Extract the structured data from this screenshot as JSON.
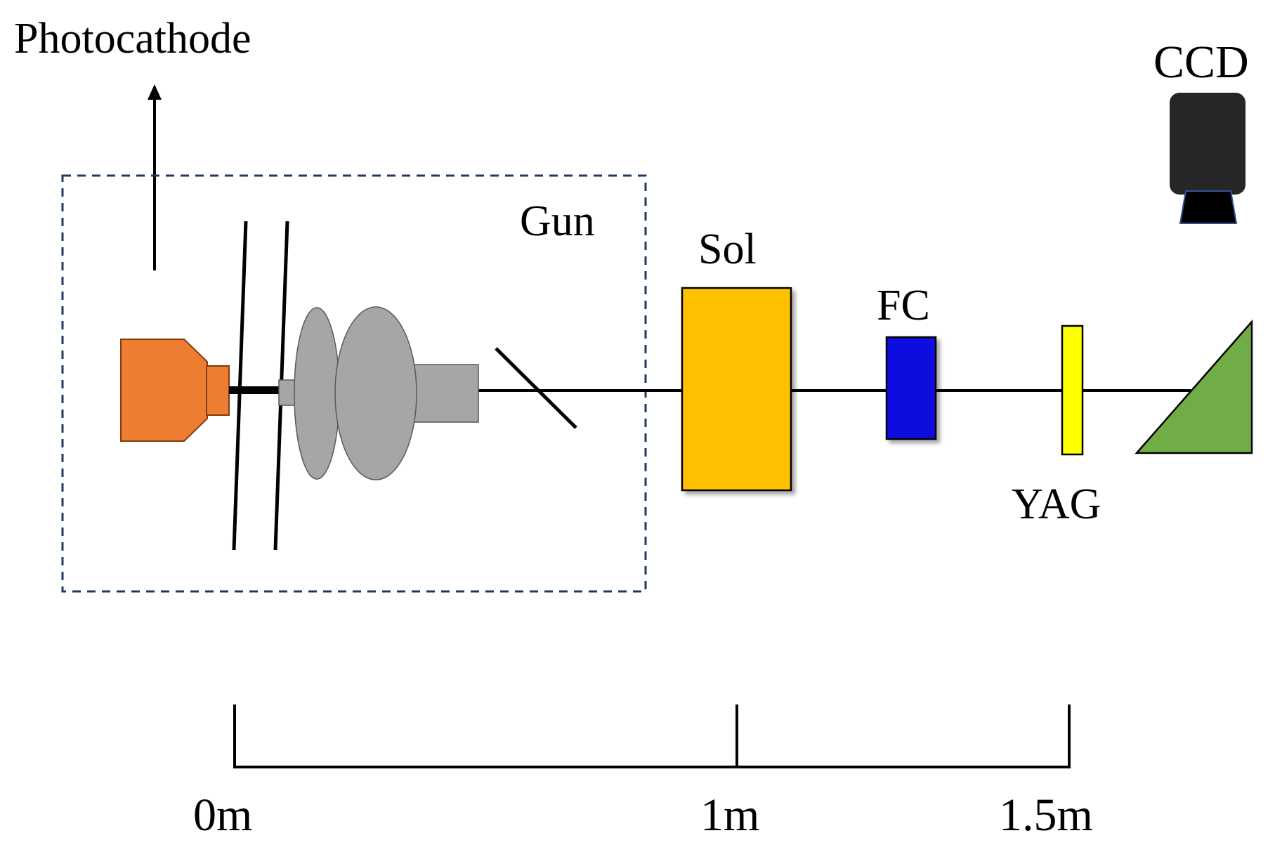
{
  "labels": {
    "photocathode": "Photocathode",
    "ccd": "CCD",
    "gun": "Gun",
    "sol": "Sol",
    "fc": "FC",
    "yag": "YAG"
  },
  "scale": {
    "ticks": [
      {
        "label": "0m"
      },
      {
        "label": "1m"
      },
      {
        "label": "1.5m"
      }
    ]
  },
  "colors": {
    "cathode": "#ED7D31",
    "cavity": "#A6A6A6",
    "solenoid": "#FFC000",
    "faraday_cup": "#1010E0",
    "yag_screen": "#FFFF00",
    "dump": "#70AD47",
    "ccd_body": "#262626",
    "gun_box_border": "#1F3864"
  }
}
